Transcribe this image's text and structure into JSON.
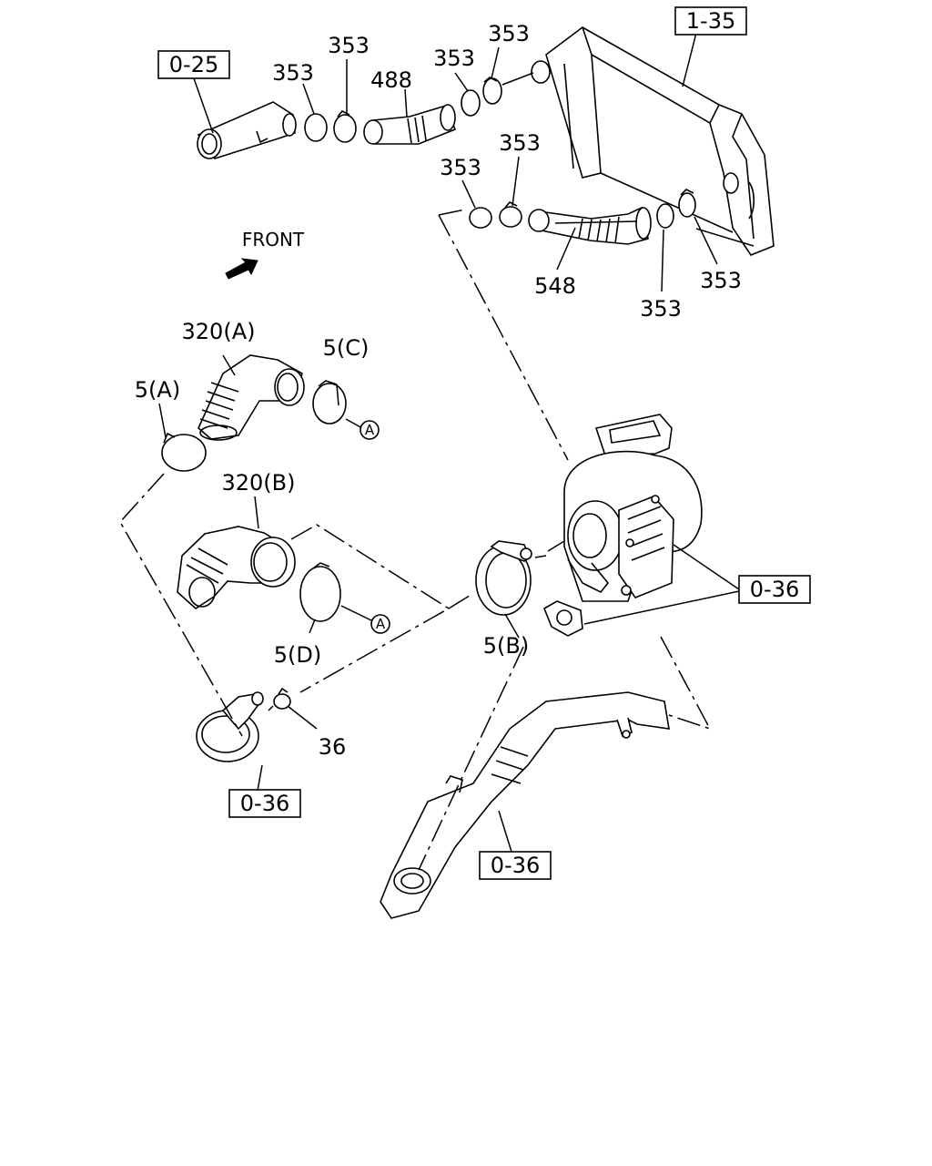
{
  "labels": {
    "l_488": "488",
    "l_548": "548",
    "l_353": "353",
    "l_320a": "320(A)",
    "l_320b": "320(B)",
    "l_5a": "5(A)",
    "l_5b": "5(B)",
    "l_5c": "5(C)",
    "l_5d": "5(D)",
    "l_36": "36",
    "front": "FRONT"
  },
  "refs": {
    "r_025": "0-25",
    "r_135": "1-35",
    "r_036": "0-36"
  },
  "markers": {
    "a": "A"
  }
}
